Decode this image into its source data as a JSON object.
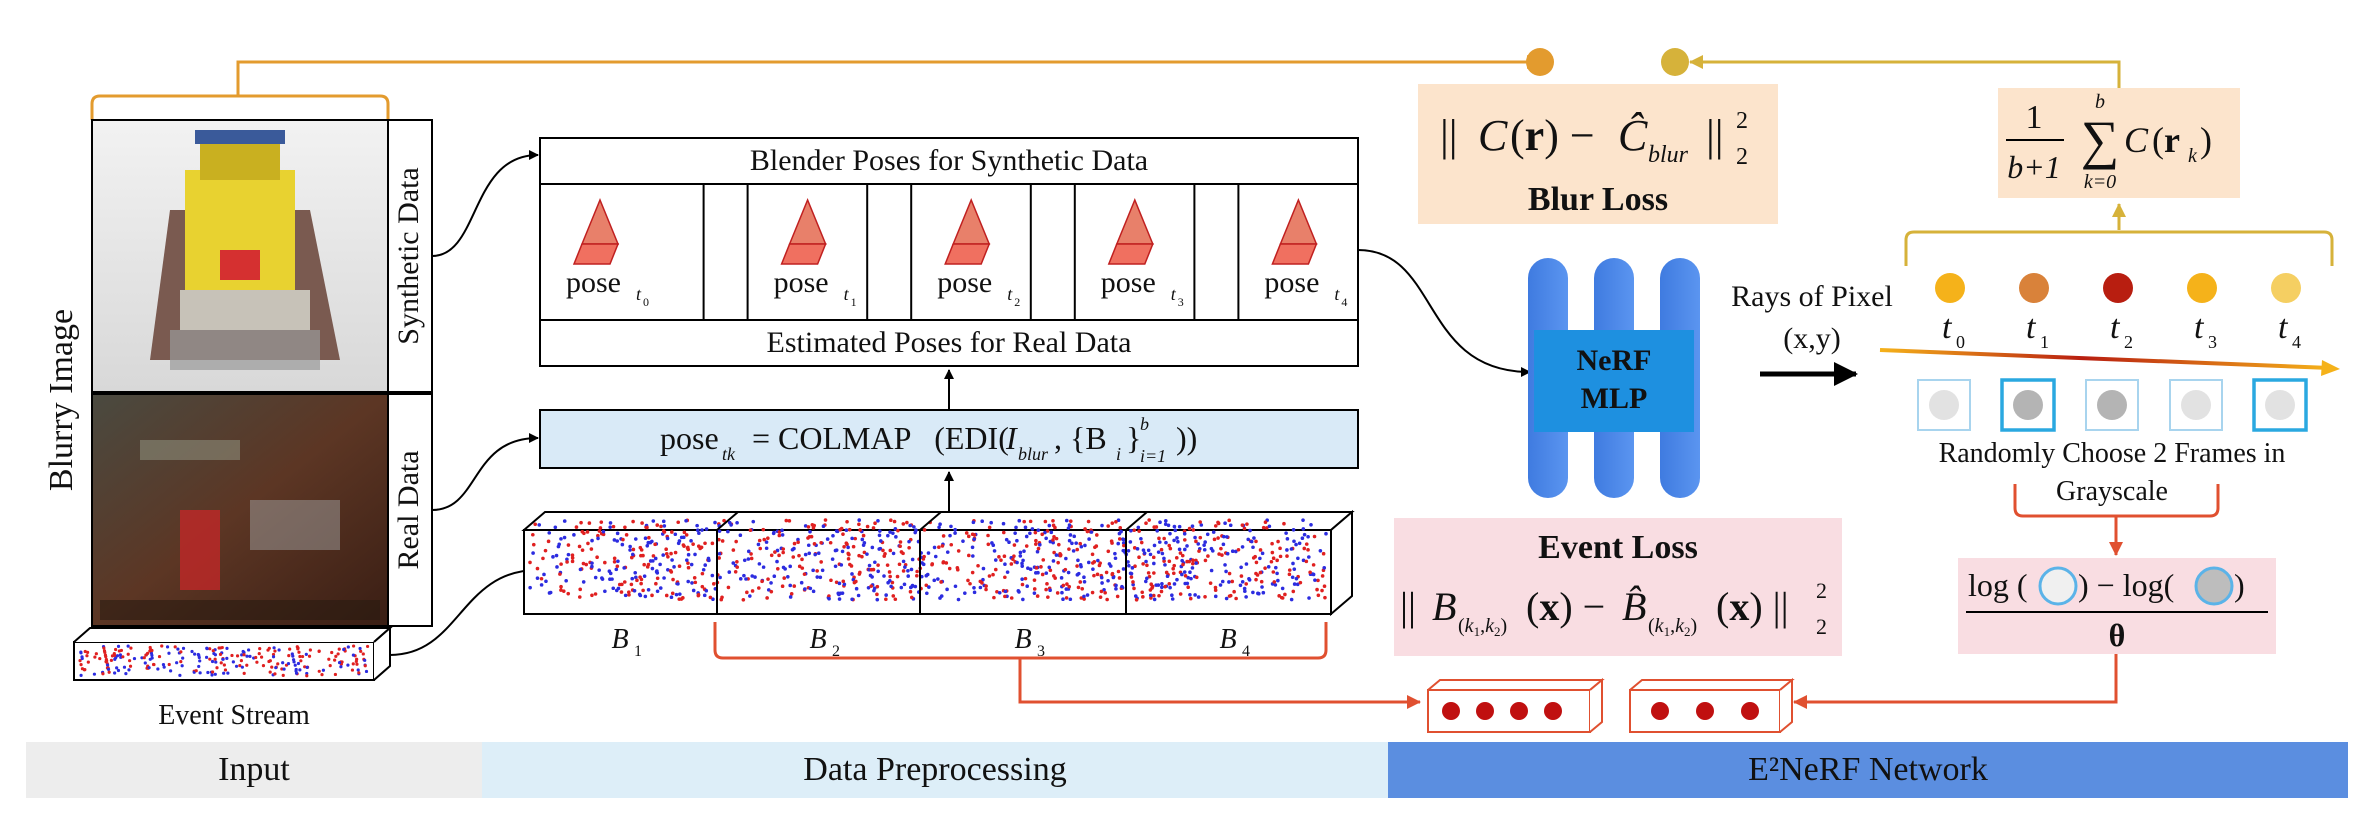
{
  "input_section": {
    "blurry_image_label": "Blurry Image",
    "synthetic_label": "Synthetic  Data",
    "real_label": "Real  Data",
    "event_stream_label": "Event Stream"
  },
  "preprocessing": {
    "blender_poses_label": "Blender Poses for Synthetic Data",
    "estimated_poses_label": "Estimated Poses for Real Data",
    "pose_word": "pose",
    "pose_subscripts": [
      "t0",
      "t1",
      "t2",
      "t3",
      "t4"
    ],
    "colmap_formula": {
      "pose_sub": "tk",
      "eq_part": "= COLMAP   (EDI(",
      "blur_var": "I",
      "blur_sub": "blur",
      "set_part": ", {B",
      "set_i": "i",
      "set_close": "}",
      "set_top": "b",
      "set_bottom": "i=1",
      "tail": "))"
    },
    "event_bins": [
      "B1",
      "B2",
      "B3",
      "B4"
    ]
  },
  "network": {
    "blur_loss_label": "Blur Loss",
    "event_loss_label": "Event Loss",
    "nerf_label_line1": "NeRF",
    "nerf_label_line2": "MLP",
    "rays_label_line1": "Rays of Pixel",
    "rays_label_line2": "(x,y)",
    "time_labels": [
      "t0",
      "t1",
      "t2",
      "t3",
      "t4"
    ],
    "random_choose_line1": "Randomly Choose 2 Frames in",
    "random_choose_line2": "Grayscale",
    "log_formula": {
      "log1": "log (",
      "mid": ") − log(",
      "close": ")",
      "denominator": "θ"
    },
    "sum_formula": {
      "numerator": "1",
      "denominator": "b+1",
      "upper": "b",
      "lower": "k=0"
    }
  },
  "bands": {
    "input": "Input",
    "preprocessing": "Data Preprocessing",
    "network": "E²NeRF Network"
  },
  "colors": {
    "orange_line": "#E39B2E",
    "gold_line": "#D6B23A",
    "red_line": "#E05030",
    "nerf_blue": "#4A86E8",
    "nerf_box": "#1E90E0",
    "blur_bg": "#FCE4CC",
    "event_bg": "#F9DDE2",
    "log_bg": "#F9DDE2",
    "colmap_bg": "#D9EAF7",
    "band_input": "#EDEDED",
    "band_pre": "#DDEEF8",
    "band_net": "#5B8EE0",
    "dot_colors": [
      "#F5B21A",
      "#D9823A",
      "#B81E10",
      "#F5B21A",
      "#F5CF62"
    ]
  }
}
